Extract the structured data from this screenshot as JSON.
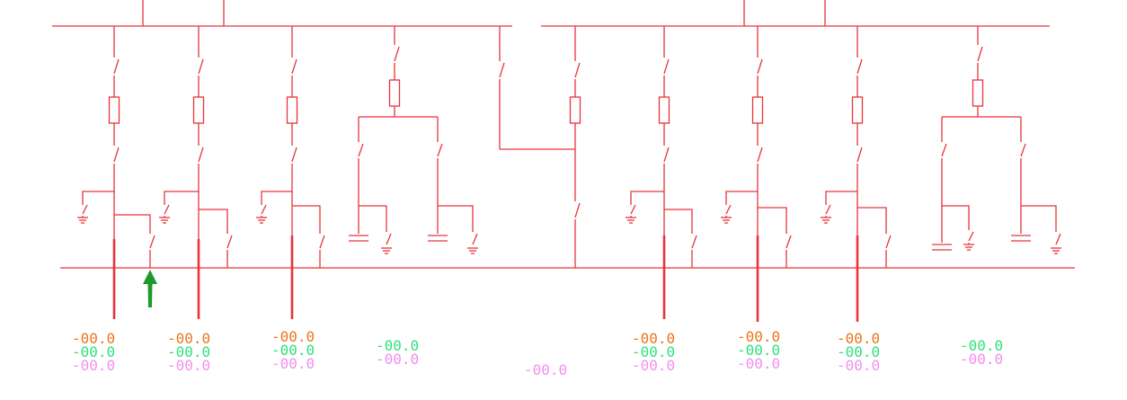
{
  "colors": {
    "wire": "#e8343a",
    "arrow": "#1f9a2a",
    "readout_primary": "#e8761e",
    "readout_secondary": "#2fe07d",
    "readout_tertiary": "#f28ef0"
  },
  "icons": {
    "pointer": "green-arrow-icon",
    "ground": "ground-icon",
    "capacitor": "capacitor-icon",
    "fuse": "fuse-icon",
    "switch": "switch-icon"
  },
  "readouts": {
    "left": [
      {
        "id": "feeder-1",
        "values": [
          "-00.0",
          "-00.0",
          "-00.0"
        ]
      },
      {
        "id": "feeder-2",
        "values": [
          "-00.0",
          "-00.0",
          "-00.0"
        ]
      },
      {
        "id": "feeder-3",
        "values": [
          "-00.0",
          "-00.0",
          "-00.0"
        ]
      },
      {
        "id": "capacitor-bank-1",
        "values": [
          "-00.0",
          "-00.0"
        ]
      }
    ],
    "tie": {
      "id": "bus-tie",
      "values": [
        "-00.0"
      ]
    },
    "right": [
      {
        "id": "feeder-4",
        "values": [
          "-00.0",
          "-00.0",
          "-00.0"
        ]
      },
      {
        "id": "feeder-5",
        "values": [
          "-00.0",
          "-00.0",
          "-00.0"
        ]
      },
      {
        "id": "feeder-6",
        "values": [
          "-00.0",
          "-00.0",
          "-00.0"
        ]
      },
      {
        "id": "capacitor-bank-2",
        "values": [
          "-00.0",
          "-00.0"
        ]
      }
    ]
  }
}
